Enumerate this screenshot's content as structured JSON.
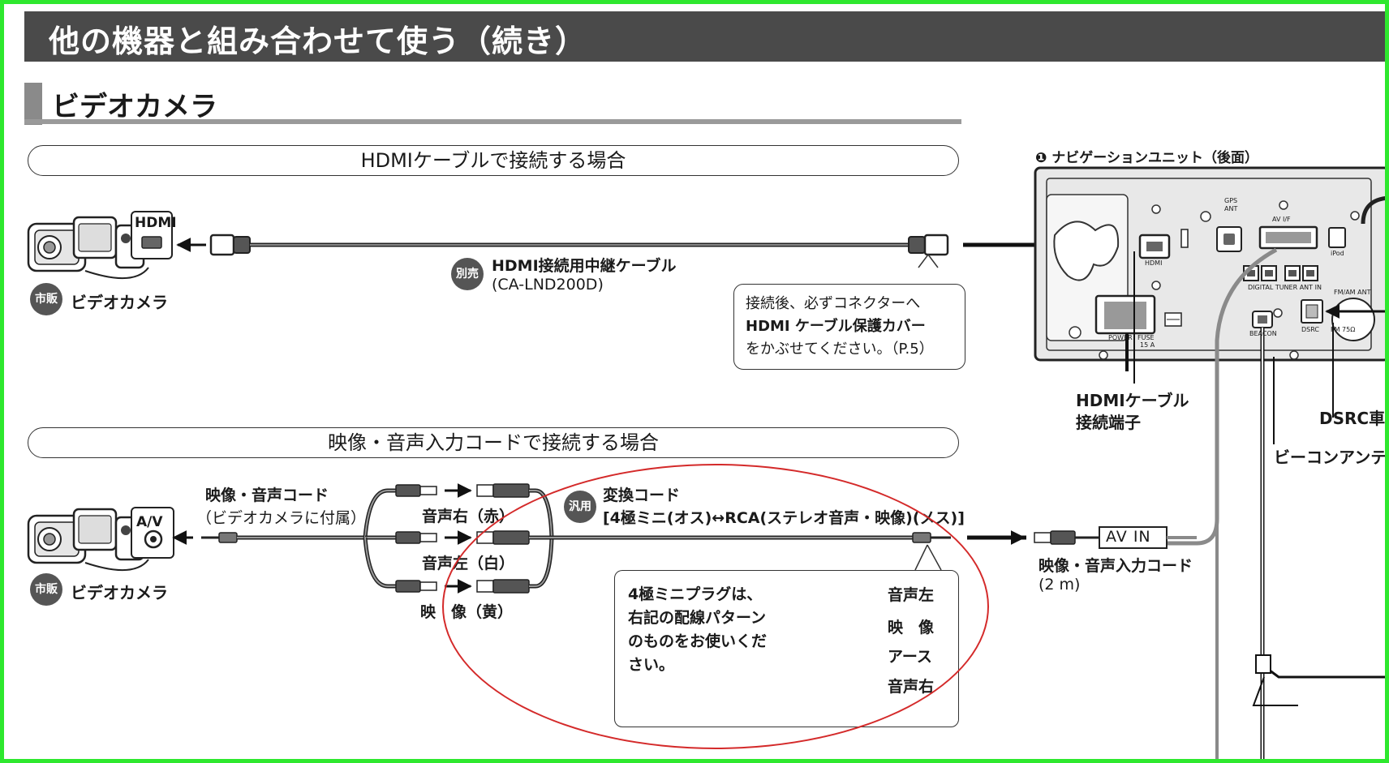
{
  "page_title": "他の機器と組み合わせて使う（続き）",
  "section_title": "ビデオカメラ",
  "hdmi_section": {
    "heading": "HDMIケーブルで接続する場合",
    "camera_port_label": "HDMI",
    "camera_badge": "市販",
    "camera_label": "ビデオカメラ",
    "cable_badge": "別売",
    "cable_name": "HDMI接続用中継ケーブル",
    "cable_model": "(CA-LND200D)",
    "note_line1": "接続後、必ずコネクターへ",
    "note_line2": "HDMI ケーブル保護カバー",
    "note_line3": "をかぶせてください。（P.5）"
  },
  "av_section": {
    "heading": "映像・音声入力コードで接続する場合",
    "camera_port_label": "A/V",
    "camera_badge": "市販",
    "camera_label": "ビデオカメラ",
    "cord_name": "映像・音声コード",
    "cord_note": "（ビデオカメラに付属）",
    "rca_right": "音声右（赤）",
    "rca_left": "音声左（白）",
    "rca_video": "映　像（黄）",
    "converter_badge": "汎用",
    "converter_name": "変換コード",
    "converter_spec": "[4極ミニ(オス)↔RCA(ステレオ音声・映像)(メス)]",
    "av_in_label": "AV  IN",
    "input_cord_name": "映像・音声入力コード",
    "input_cord_length": "(2 m)",
    "plug_note": [
      "4極ミニプラグは、",
      "右記の配線パターン",
      "のものをお使いくだ",
      "さい。"
    ],
    "plug_pins": [
      "音声左",
      "映　像",
      "アース",
      "音声右"
    ]
  },
  "nav_unit": {
    "title": "❶ ナビゲーションユニット（後面）",
    "hdmi_terminal_line1": "HDMIケーブル",
    "hdmi_terminal_line2": "接続端子",
    "dsrc_label": "DSRC車",
    "beacon_label": "ビーコンアンテ",
    "port_labels": {
      "gps": "GPS",
      "ant": "ANT",
      "avif": "AV  I/F",
      "hdmi": "HDMI",
      "ipod": "iPod",
      "digital": "DIGITAL TUNER ANT IN",
      "fmam": "FM/AM  ANT",
      "power": "POWER",
      "fuse": "FUSE",
      "fuse_a": "15 A",
      "beacon": "BEACON",
      "dsrc": "DSRC",
      "fm75": "FM  75Ω"
    }
  },
  "colors": {
    "frame": "#2ee82e",
    "title_bar": "#4a4a4a",
    "highlight": "#d42a2a"
  }
}
